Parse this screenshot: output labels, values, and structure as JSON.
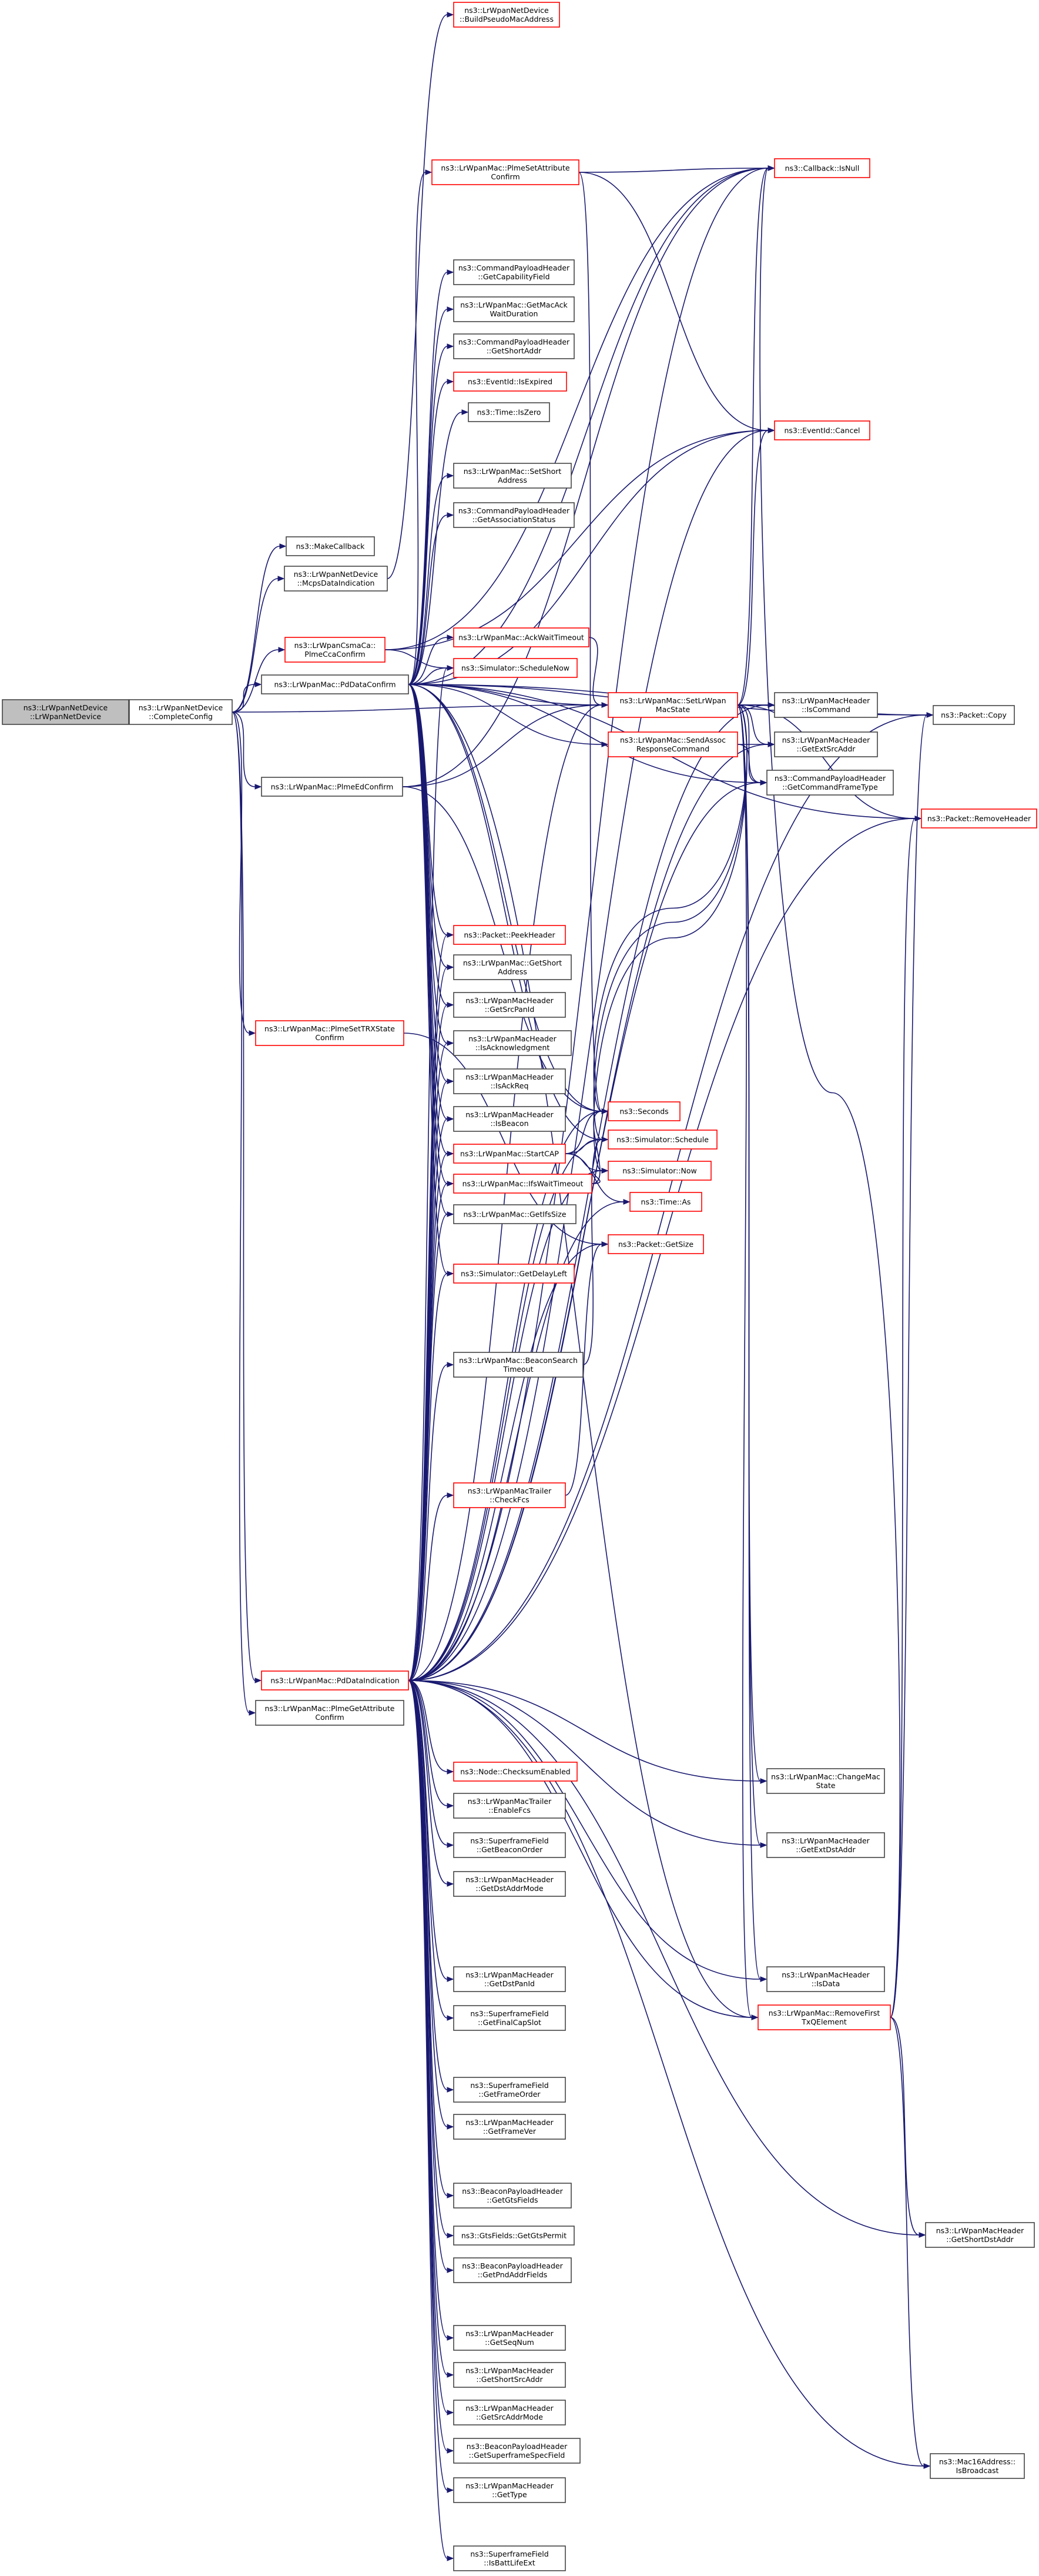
{
  "diagram": {
    "nodes": {
      "root": {
        "lines": [
          "ns3::LrWpanNetDevice",
          "::LrWpanNetDevice"
        ],
        "style": "root"
      },
      "CompleteConfig": {
        "lines": [
          "ns3::LrWpanNetDevice",
          "::CompleteConfig"
        ],
        "style": "normal"
      },
      "BuildPseudo": {
        "lines": [
          "ns3::LrWpanNetDevice",
          "::BuildPseudoMacAddress"
        ],
        "style": "red"
      },
      "PlmeSetAttrConfirm": {
        "lines": [
          "ns3::LrWpanMac::PlmeSetAttribute",
          "Confirm"
        ],
        "style": "red"
      },
      "CallbackIsNull": {
        "lines": [
          "ns3::Callback::IsNull"
        ],
        "style": "red"
      },
      "GetCapabilityField": {
        "lines": [
          "ns3::CommandPayloadHeader",
          "::GetCapabilityField"
        ],
        "style": "normal"
      },
      "GetMacAckWait": {
        "lines": [
          "ns3::LrWpanMac::GetMacAck",
          "WaitDuration"
        ],
        "style": "normal"
      },
      "CPH_GetShortAddr": {
        "lines": [
          "ns3::CommandPayloadHeader",
          "::GetShortAddr"
        ],
        "style": "normal"
      },
      "EventIdIsExpired": {
        "lines": [
          "ns3::EventId::IsExpired"
        ],
        "style": "red"
      },
      "TimeIsZero": {
        "lines": [
          "ns3::Time::IsZero"
        ],
        "style": "normal"
      },
      "EventIdCancel": {
        "lines": [
          "ns3::EventId::Cancel"
        ],
        "style": "red"
      },
      "SetShortAddress": {
        "lines": [
          "ns3::LrWpanMac::SetShort",
          "Address"
        ],
        "style": "normal"
      },
      "GetAssocStatus": {
        "lines": [
          "ns3::CommandPayloadHeader",
          "::GetAssociationStatus"
        ],
        "style": "normal"
      },
      "MakeCallback": {
        "lines": [
          "ns3::MakeCallback"
        ],
        "style": "normal"
      },
      "McpsDataIndication": {
        "lines": [
          "ns3::LrWpanNetDevice",
          "::McpsDataIndication"
        ],
        "style": "normal"
      },
      "PlmeCcaConfirm": {
        "lines": [
          "ns3::LrWpanCsmaCa::",
          "PlmeCcaConfirm"
        ],
        "style": "red"
      },
      "AckWaitTimeout": {
        "lines": [
          "ns3::LrWpanMac::AckWaitTimeout"
        ],
        "style": "red"
      },
      "ScheduleNow": {
        "lines": [
          "ns3::Simulator::ScheduleNow"
        ],
        "style": "red"
      },
      "PdDataConfirm": {
        "lines": [
          "ns3::LrWpanMac::PdDataConfirm"
        ],
        "style": "normal"
      },
      "SetLrWpanMacState": {
        "lines": [
          "ns3::LrWpanMac::SetLrWpan",
          "MacState"
        ],
        "style": "red"
      },
      "SendAssocResponse": {
        "lines": [
          "ns3::LrWpanMac::SendAssoc",
          "ResponseCommand"
        ],
        "style": "red"
      },
      "IsCommand": {
        "lines": [
          "ns3::LrWpanMacHeader",
          "::IsCommand"
        ],
        "style": "normal"
      },
      "GetExtSrcAddr": {
        "lines": [
          "ns3::LrWpanMacHeader",
          "::GetExtSrcAddr"
        ],
        "style": "normal"
      },
      "GetCommandFrameType": {
        "lines": [
          "ns3::CommandPayloadHeader",
          "::GetCommandFrameType"
        ],
        "style": "normal"
      },
      "PacketCopy": {
        "lines": [
          "ns3::Packet::Copy"
        ],
        "style": "normal"
      },
      "RemoveHeader": {
        "lines": [
          "ns3::Packet::RemoveHeader"
        ],
        "style": "red"
      },
      "PlmeEdConfirm": {
        "lines": [
          "ns3::LrWpanMac::PlmeEdConfirm"
        ],
        "style": "normal"
      },
      "PeekHeader": {
        "lines": [
          "ns3::Packet::PeekHeader"
        ],
        "style": "red"
      },
      "PlmeSetTRXStateConfirm": {
        "lines": [
          "ns3::LrWpanMac::PlmeSetTRXState",
          "Confirm"
        ],
        "style": "red"
      },
      "GetShortAddress": {
        "lines": [
          "ns3::LrWpanMac::GetShort",
          "Address"
        ],
        "style": "normal"
      },
      "GetSrcPanId": {
        "lines": [
          "ns3::LrWpanMacHeader",
          "::GetSrcPanId"
        ],
        "style": "normal"
      },
      "IsAcknowledgment": {
        "lines": [
          "ns3::LrWpanMacHeader",
          "::IsAcknowledgment"
        ],
        "style": "normal"
      },
      "IsAckReq": {
        "lines": [
          "ns3::LrWpanMacHeader",
          "::IsAckReq"
        ],
        "style": "normal"
      },
      "IsBeacon": {
        "lines": [
          "ns3::LrWpanMacHeader",
          "::IsBeacon"
        ],
        "style": "normal"
      },
      "Seconds": {
        "lines": [
          "ns3::Seconds"
        ],
        "style": "red"
      },
      "Schedule": {
        "lines": [
          "ns3::Simulator::Schedule"
        ],
        "style": "red"
      },
      "StartCAP": {
        "lines": [
          "ns3::LrWpanMac::StartCAP"
        ],
        "style": "red"
      },
      "SimNow": {
        "lines": [
          "ns3::Simulator::Now"
        ],
        "style": "red"
      },
      "IfsWaitTimeout": {
        "lines": [
          "ns3::LrWpanMac::IfsWaitTimeout"
        ],
        "style": "red"
      },
      "TimeAs": {
        "lines": [
          "ns3::Time::As"
        ],
        "style": "red"
      },
      "GetIfsSize": {
        "lines": [
          "ns3::LrWpanMac::GetIfsSize"
        ],
        "style": "normal"
      },
      "PacketGetSize": {
        "lines": [
          "ns3::Packet::GetSize"
        ],
        "style": "red"
      },
      "GetDelayLeft": {
        "lines": [
          "ns3::Simulator::GetDelayLeft"
        ],
        "style": "red"
      },
      "BeaconSearchTimeout": {
        "lines": [
          "ns3::LrWpanMac::BeaconSearch",
          "Timeout"
        ],
        "style": "normal"
      },
      "CheckFcs": {
        "lines": [
          "ns3::LrWpanMacTrailer",
          "::CheckFcs"
        ],
        "style": "red"
      },
      "PdDataIndication": {
        "lines": [
          "ns3::LrWpanMac::PdDataIndication"
        ],
        "style": "red"
      },
      "PlmeGetAttrConfirm": {
        "lines": [
          "ns3::LrWpanMac::PlmeGetAttribute",
          "Confirm"
        ],
        "style": "normal"
      },
      "ChecksumEnabled": {
        "lines": [
          "ns3::Node::ChecksumEnabled"
        ],
        "style": "red"
      },
      "EnableFcs": {
        "lines": [
          "ns3::LrWpanMacTrailer",
          "::EnableFcs"
        ],
        "style": "normal"
      },
      "ChangeMacState": {
        "lines": [
          "ns3::LrWpanMac::ChangeMac",
          "State"
        ],
        "style": "normal"
      },
      "GetBeaconOrder": {
        "lines": [
          "ns3::SuperframeField",
          "::GetBeaconOrder"
        ],
        "style": "normal"
      },
      "GetExtDstAddr": {
        "lines": [
          "ns3::LrWpanMacHeader",
          "::GetExtDstAddr"
        ],
        "style": "normal"
      },
      "GetDstAddrMode": {
        "lines": [
          "ns3::LrWpanMacHeader",
          "::GetDstAddrMode"
        ],
        "style": "normal"
      },
      "GetDstPanId": {
        "lines": [
          "ns3::LrWpanMacHeader",
          "::GetDstPanId"
        ],
        "style": "normal"
      },
      "IsData": {
        "lines": [
          "ns3::LrWpanMacHeader",
          "::IsData"
        ],
        "style": "normal"
      },
      "GetFinalCapSlot": {
        "lines": [
          "ns3::SuperframeField",
          "::GetFinalCapSlot"
        ],
        "style": "normal"
      },
      "RemoveFirstTxQElement": {
        "lines": [
          "ns3::LrWpanMac::RemoveFirst",
          "TxQElement"
        ],
        "style": "red"
      },
      "GetFrameOrder": {
        "lines": [
          "ns3::SuperframeField",
          "::GetFrameOrder"
        ],
        "style": "normal"
      },
      "GetFrameVer": {
        "lines": [
          "ns3::LrWpanMacHeader",
          "::GetFrameVer"
        ],
        "style": "normal"
      },
      "GetGtsFields": {
        "lines": [
          "ns3::BeaconPayloadHeader",
          "::GetGtsFields"
        ],
        "style": "normal"
      },
      "GetGtsPermit": {
        "lines": [
          "ns3::GtsFields::GetGtsPermit"
        ],
        "style": "normal"
      },
      "GetShortDstAddr": {
        "lines": [
          "ns3::LrWpanMacHeader",
          "::GetShortDstAddr"
        ],
        "style": "normal"
      },
      "GetPndAddrFields": {
        "lines": [
          "ns3::BeaconPayloadHeader",
          "::GetPndAddrFields"
        ],
        "style": "normal"
      },
      "GetSeqNum": {
        "lines": [
          "ns3::LrWpanMacHeader",
          "::GetSeqNum"
        ],
        "style": "normal"
      },
      "GetShortSrcAddr": {
        "lines": [
          "ns3::LrWpanMacHeader",
          "::GetShortSrcAddr"
        ],
        "style": "normal"
      },
      "GetSrcAddrMode": {
        "lines": [
          "ns3::LrWpanMacHeader",
          "::GetSrcAddrMode"
        ],
        "style": "normal"
      },
      "GetSuperframeSpec": {
        "lines": [
          "ns3::BeaconPayloadHeader",
          "::GetSuperframeSpecField"
        ],
        "style": "normal"
      },
      "IsBroadcast": {
        "lines": [
          "ns3::Mac16Address::",
          "IsBroadcast"
        ],
        "style": "normal"
      },
      "GetType": {
        "lines": [
          "ns3::LrWpanMacHeader",
          "::GetType"
        ],
        "style": "normal"
      },
      "IsBattLifeExt": {
        "lines": [
          "ns3::SuperframeField",
          "::IsBattLifeExt"
        ],
        "style": "normal"
      }
    },
    "edges": [
      [
        "root",
        "CompleteConfig"
      ],
      [
        "CompleteConfig",
        "MakeCallback"
      ],
      [
        "CompleteConfig",
        "McpsDataIndication"
      ],
      [
        "CompleteConfig",
        "PlmeCcaConfirm"
      ],
      [
        "CompleteConfig",
        "PdDataConfirm"
      ],
      [
        "CompleteConfig",
        "SetLrWpanMacState"
      ],
      [
        "CompleteConfig",
        "PlmeEdConfirm"
      ],
      [
        "CompleteConfig",
        "PlmeSetTRXStateConfirm"
      ],
      [
        "CompleteConfig",
        "PdDataIndication"
      ],
      [
        "CompleteConfig",
        "PlmeGetAttrConfirm"
      ],
      [
        "McpsDataIndication",
        "BuildPseudo"
      ],
      [
        "PlmeCcaConfirm",
        "CallbackIsNull"
      ],
      [
        "PlmeCcaConfirm",
        "EventIdCancel"
      ],
      [
        "PlmeCcaConfirm",
        "ScheduleNow"
      ],
      [
        "PdDataConfirm",
        "PlmeSetAttrConfirm"
      ],
      [
        "PdDataConfirm",
        "CallbackIsNull"
      ],
      [
        "PdDataConfirm",
        "GetCapabilityField"
      ],
      [
        "PdDataConfirm",
        "GetMacAckWait"
      ],
      [
        "PdDataConfirm",
        "CPH_GetShortAddr"
      ],
      [
        "PdDataConfirm",
        "EventIdIsExpired"
      ],
      [
        "PdDataConfirm",
        "TimeIsZero"
      ],
      [
        "PdDataConfirm",
        "EventIdCancel"
      ],
      [
        "PdDataConfirm",
        "SetShortAddress"
      ],
      [
        "PdDataConfirm",
        "GetAssocStatus"
      ],
      [
        "PdDataConfirm",
        "AckWaitTimeout"
      ],
      [
        "PdDataConfirm",
        "ScheduleNow"
      ],
      [
        "PdDataConfirm",
        "SetLrWpanMacState"
      ],
      [
        "PdDataConfirm",
        "SendAssocResponse"
      ],
      [
        "PdDataConfirm",
        "IsCommand"
      ],
      [
        "PdDataConfirm",
        "GetCommandFrameType"
      ],
      [
        "PdDataConfirm",
        "PacketCopy"
      ],
      [
        "PdDataConfirm",
        "RemoveHeader"
      ],
      [
        "PdDataConfirm",
        "PeekHeader"
      ],
      [
        "PdDataConfirm",
        "GetShortAddress"
      ],
      [
        "PdDataConfirm",
        "GetSrcPanId"
      ],
      [
        "PdDataConfirm",
        "IsAcknowledgment"
      ],
      [
        "PdDataConfirm",
        "IsAckReq"
      ],
      [
        "PdDataConfirm",
        "IsBeacon"
      ],
      [
        "PdDataConfirm",
        "Seconds"
      ],
      [
        "PdDataConfirm",
        "Schedule"
      ],
      [
        "PdDataConfirm",
        "StartCAP"
      ],
      [
        "PdDataConfirm",
        "IfsWaitTimeout"
      ],
      [
        "PdDataConfirm",
        "GetIfsSize"
      ],
      [
        "PdDataConfirm",
        "GetDelayLeft"
      ],
      [
        "PdDataConfirm",
        "RemoveFirstTxQElement"
      ],
      [
        "PlmeSetAttrConfirm",
        "CallbackIsNull"
      ],
      [
        "PlmeSetAttrConfirm",
        "EventIdCancel"
      ],
      [
        "PlmeSetAttrConfirm",
        "Seconds"
      ],
      [
        "AckWaitTimeout",
        "SetLrWpanMacState"
      ],
      [
        "SetLrWpanMacState",
        "CallbackIsNull"
      ],
      [
        "SetLrWpanMacState",
        "EventIdCancel"
      ],
      [
        "SetLrWpanMacState",
        "PacketCopy"
      ],
      [
        "SetLrWpanMacState",
        "RemoveHeader"
      ],
      [
        "SetLrWpanMacState",
        "IsCommand"
      ],
      [
        "SetLrWpanMacState",
        "GetExtSrcAddr"
      ],
      [
        "SetLrWpanMacState",
        "GetCommandFrameType"
      ],
      [
        "SetLrWpanMacState",
        "Seconds"
      ],
      [
        "SetLrWpanMacState",
        "Schedule"
      ],
      [
        "SetLrWpanMacState",
        "SimNow"
      ],
      [
        "SetLrWpanMacState",
        "ChangeMacState"
      ],
      [
        "SetLrWpanMacState",
        "IsData"
      ],
      [
        "SetLrWpanMacState",
        "RemoveFirstTxQElement"
      ],
      [
        "SetLrWpanMacState",
        "GetExtDstAddr"
      ],
      [
        "SendAssocResponse",
        "GetExtSrcAddr"
      ],
      [
        "SendAssocResponse",
        "GetCommandFrameType"
      ],
      [
        "PlmeEdConfirm",
        "CallbackIsNull"
      ],
      [
        "PlmeEdConfirm",
        "SetLrWpanMacState"
      ],
      [
        "PlmeEdConfirm",
        "Seconds"
      ],
      [
        "PlmeSetTRXStateConfirm",
        "PacketGetSize"
      ],
      [
        "StartCAP",
        "Seconds"
      ],
      [
        "StartCAP",
        "Schedule"
      ],
      [
        "StartCAP",
        "SimNow"
      ],
      [
        "StartCAP",
        "TimeAs"
      ],
      [
        "IfsWaitTimeout",
        "Seconds"
      ],
      [
        "IfsWaitTimeout",
        "SimNow"
      ],
      [
        "BeaconSearchTimeout",
        "Schedule"
      ],
      [
        "CheckFcs",
        "PacketGetSize"
      ],
      [
        "RemoveFirstTxQElement",
        "CallbackIsNull"
      ],
      [
        "RemoveFirstTxQElement",
        "PacketCopy"
      ],
      [
        "RemoveFirstTxQElement",
        "RemoveHeader"
      ],
      [
        "RemoveFirstTxQElement",
        "GetShortDstAddr"
      ],
      [
        "RemoveFirstTxQElement",
        "IsBroadcast"
      ],
      [
        "PdDataIndication",
        "ChecksumEnabled"
      ],
      [
        "PdDataIndication",
        "EnableFcs"
      ],
      [
        "PdDataIndication",
        "GetBeaconOrder"
      ],
      [
        "PdDataIndication",
        "GetDstAddrMode"
      ],
      [
        "PdDataIndication",
        "GetDstPanId"
      ],
      [
        "PdDataIndication",
        "GetFinalCapSlot"
      ],
      [
        "PdDataIndication",
        "GetFrameOrder"
      ],
      [
        "PdDataIndication",
        "GetFrameVer"
      ],
      [
        "PdDataIndication",
        "GetGtsFields"
      ],
      [
        "PdDataIndication",
        "GetGtsPermit"
      ],
      [
        "PdDataIndication",
        "GetPndAddrFields"
      ],
      [
        "PdDataIndication",
        "GetSeqNum"
      ],
      [
        "PdDataIndication",
        "GetShortSrcAddr"
      ],
      [
        "PdDataIndication",
        "GetSrcAddrMode"
      ],
      [
        "PdDataIndication",
        "GetSuperframeSpec"
      ],
      [
        "PdDataIndication",
        "GetType"
      ],
      [
        "PdDataIndication",
        "IsBattLifeExt"
      ],
      [
        "PdDataIndication",
        "ChangeMacState"
      ],
      [
        "PdDataIndication",
        "GetExtDstAddr"
      ],
      [
        "PdDataIndication",
        "RemoveFirstTxQElement"
      ],
      [
        "PdDataIndication",
        "GetShortDstAddr"
      ],
      [
        "PdDataIndication",
        "IsBroadcast"
      ],
      [
        "PdDataIndication",
        "RemoveHeader"
      ],
      [
        "PdDataIndication",
        "PacketCopy"
      ],
      [
        "PdDataIndication",
        "SetLrWpanMacState"
      ],
      [
        "PdDataIndication",
        "GetCommandFrameType"
      ],
      [
        "PdDataIndication",
        "IsCommand"
      ],
      [
        "PdDataIndication",
        "GetExtSrcAddr"
      ],
      [
        "PdDataIndication",
        "CheckFcs"
      ],
      [
        "PdDataIndication",
        "BeaconSearchTimeout"
      ],
      [
        "PdDataIndication",
        "GetDelayLeft"
      ],
      [
        "PdDataIndication",
        "GetIfsSize"
      ],
      [
        "PdDataIndication",
        "IfsWaitTimeout"
      ],
      [
        "PdDataIndication",
        "StartCAP"
      ],
      [
        "PdDataIndication",
        "IsBeacon"
      ],
      [
        "PdDataIndication",
        "IsAckReq"
      ],
      [
        "PdDataIndication",
        "IsAcknowledgment"
      ],
      [
        "PdDataIndication",
        "GetSrcPanId"
      ],
      [
        "PdDataIndication",
        "GetShortAddress"
      ],
      [
        "PdDataIndication",
        "PeekHeader"
      ],
      [
        "PdDataIndication",
        "Seconds"
      ],
      [
        "PdDataIndication",
        "Schedule"
      ],
      [
        "PdDataIndication",
        "SimNow"
      ],
      [
        "PdDataIndication",
        "PacketGetSize"
      ],
      [
        "PdDataIndication",
        "ScheduleNow"
      ],
      [
        "PdDataIndication",
        "EventIdCancel"
      ],
      [
        "PdDataIndication",
        "CallbackIsNull"
      ],
      [
        "PdDataIndication",
        "IsData"
      ],
      [
        "PdDataIndication",
        "TimeAs"
      ]
    ]
  }
}
